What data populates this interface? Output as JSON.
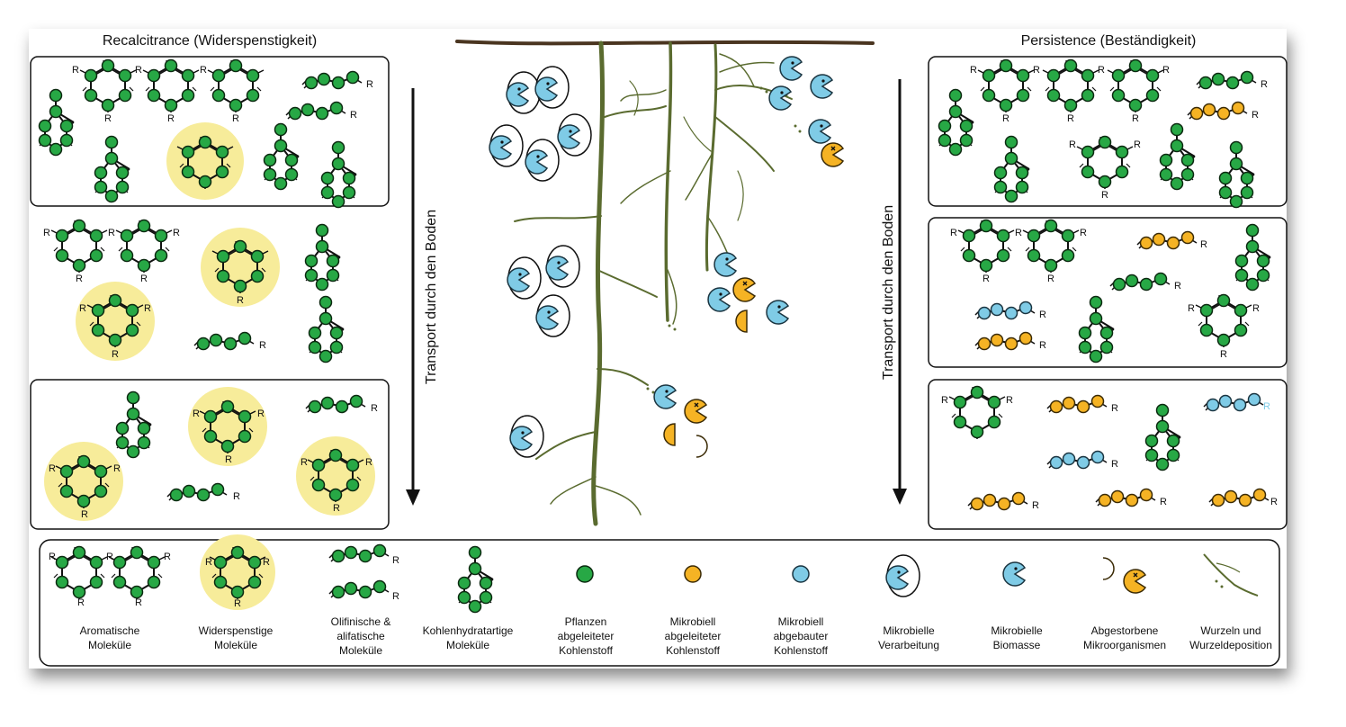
{
  "left_title": "Recalcitrance (Widerspenstigkeit)",
  "right_title": "Persistence (Beständigkeit)",
  "transport_label": "Transport durch den Boden",
  "r_label": "R",
  "colors": {
    "plant_carbon": "#27a845",
    "microbial_derived": "#f5b324",
    "microbial_degraded": "#7fcbe6",
    "recalcitrant_halo": "#f7ec9a",
    "root": "#5a6b2f",
    "soil_surface": "#4a3520"
  },
  "legend": [
    {
      "key": "aromatic",
      "line1": "Aromatische",
      "line2": "Moleküle",
      "line3": ""
    },
    {
      "key": "recalcitrant",
      "line1": "Widerspenstige",
      "line2": "Moleküle",
      "line3": ""
    },
    {
      "key": "olefinic",
      "line1": "Olifinische &",
      "line2": "alifatische",
      "line3": "Moleküle"
    },
    {
      "key": "carbohydrate",
      "line1": "Kohlenhydratartige",
      "line2": "Moleküle",
      "line3": ""
    },
    {
      "key": "plant_c",
      "line1": "Pflanzen",
      "line2": "abgeleiteter",
      "line3": "Kohlenstoff"
    },
    {
      "key": "microbial_c",
      "line1": "Mikrobiell",
      "line2": "abgeleiteter",
      "line3": "Kohlenstoff"
    },
    {
      "key": "degraded_c",
      "line1": "Mikrobiell",
      "line2": "abgebauter",
      "line3": "Kohlenstoff"
    },
    {
      "key": "processing",
      "line1": "Mikrobielle",
      "line2": "Verarbeitung",
      "line3": ""
    },
    {
      "key": "biomass",
      "line1": "Mikrobielle",
      "line2": "Biomasse",
      "line3": ""
    },
    {
      "key": "dead",
      "line1": "Abgestorbene",
      "line2": "Mikroorganismen",
      "line3": ""
    },
    {
      "key": "roots",
      "line1": "Wurzeln und",
      "line2": "Wurzeldeposition",
      "line3": ""
    }
  ]
}
